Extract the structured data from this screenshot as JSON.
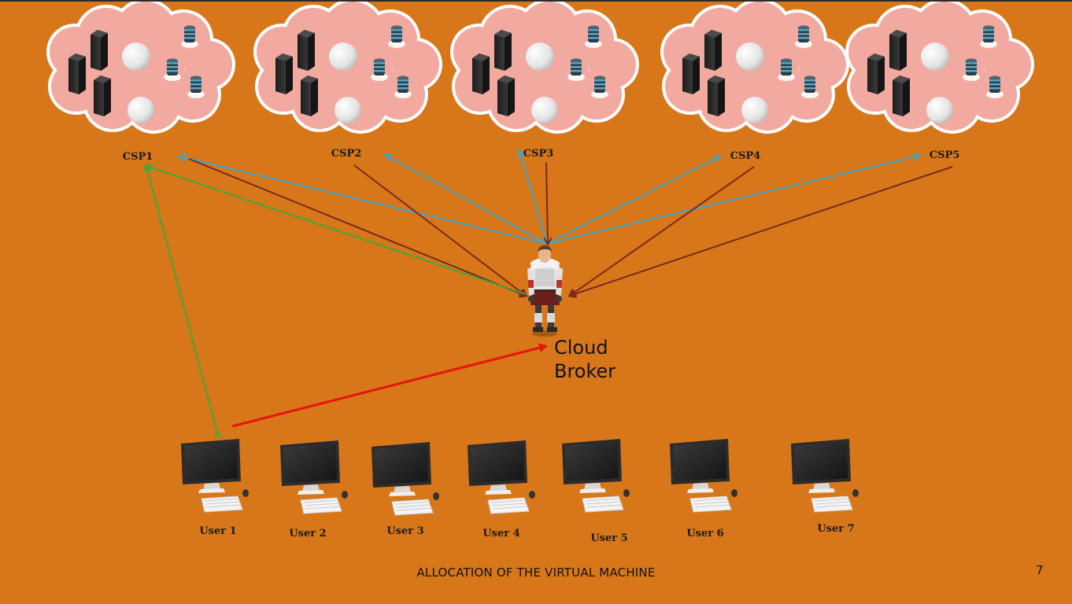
{
  "diagram": {
    "title": "ALLOCATION OF THE VIRTUAL MACHINE",
    "slide_number": "7",
    "broker": {
      "line1": "Cloud",
      "line2": "Broker"
    },
    "providers": [
      {
        "label": "CSP1"
      },
      {
        "label": "CSP2"
      },
      {
        "label": "CSP3"
      },
      {
        "label": "CSP4"
      },
      {
        "label": "CSP5"
      }
    ],
    "users": [
      {
        "label": "User 1"
      },
      {
        "label": "User 2"
      },
      {
        "label": "User 3"
      },
      {
        "label": "User 4"
      },
      {
        "label": "User 5"
      },
      {
        "label": "User 6"
      },
      {
        "label": "User 7"
      }
    ]
  },
  "colors": {
    "background": "#D8771A",
    "cloud_fill": "#F2A9A0",
    "cloud_stroke": "#FFFFFF",
    "request_arrow": "#3DA6C8",
    "response_arrow": "#7A2A1E",
    "user_link_arrow": "#3FA83A",
    "user_request_arrow": "#E8140C"
  }
}
